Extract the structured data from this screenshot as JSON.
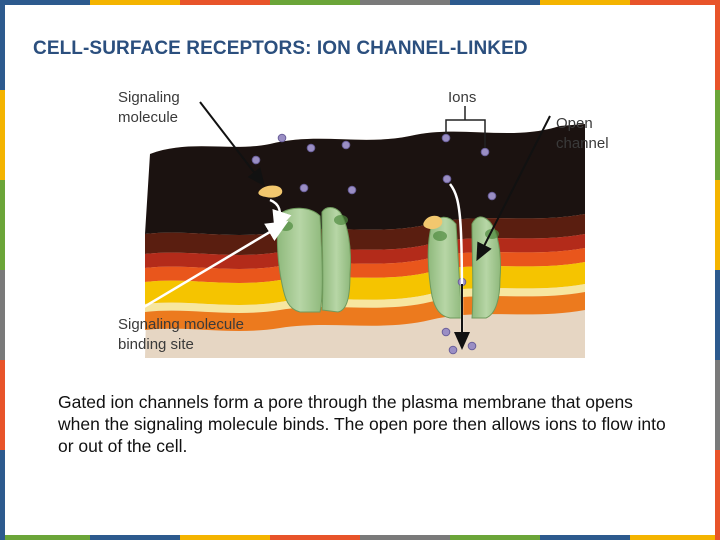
{
  "slide": {
    "title": "CELL-SURFACE RECEPTORS: ION CHANNEL-LINKED",
    "caption": "Gated ion channels form a pore through the plasma membrane that opens when the signaling molecule binds. The open pore then allows ions to flow into or out of the cell."
  },
  "diagram": {
    "labels": {
      "signaling_molecule_line1": "Signaling",
      "signaling_molecule_line2": "molecule",
      "ions": "Ions",
      "open_channel_line1": "Open",
      "open_channel_line2": "channel",
      "binding_site_line1": "Signaling molecule",
      "binding_site_line2": "binding site"
    }
  },
  "colors": {
    "title": "#2b4f7e",
    "border_palette": [
      "#2d5a8e",
      "#f4b400",
      "#e8542a",
      "#6ba539",
      "#7a7a7a"
    ],
    "channel_green": "#9cc48a",
    "ion_purple": "#9a8ec4",
    "signal_molecule": "#f2c76e"
  }
}
